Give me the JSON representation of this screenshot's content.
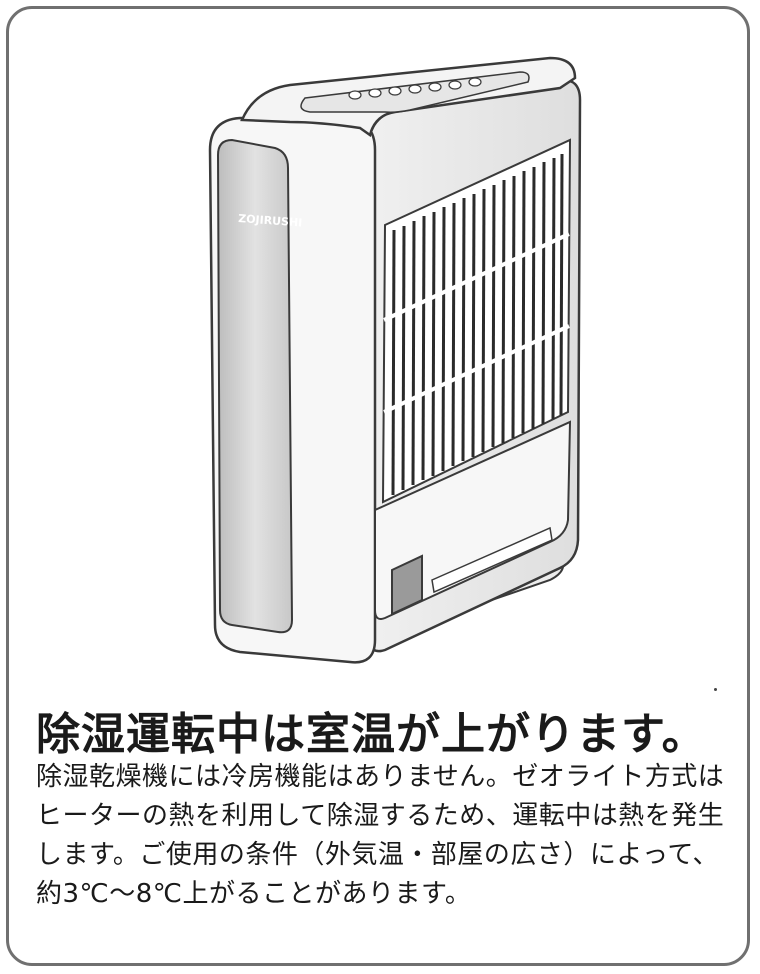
{
  "illustration": {
    "product": "dehumidifier",
    "brand_logo": "ZOJIRUSHI",
    "colors": {
      "outline": "#3a3a3a",
      "front_panel": "#d8d8d8",
      "body": "#f4f4f4",
      "grille": "#2a2a2a"
    }
  },
  "notice": {
    "headline": "除湿運転中は室温が上がります。",
    "body": "除湿乾燥機には冷房機能はありません。ゼオライト方式はヒーターの熱を利用して除湿するため、運転中は熱を発生します。ご使用の条件（外気温・部屋の広さ）によって、約3℃～8℃上がることがあります。"
  }
}
